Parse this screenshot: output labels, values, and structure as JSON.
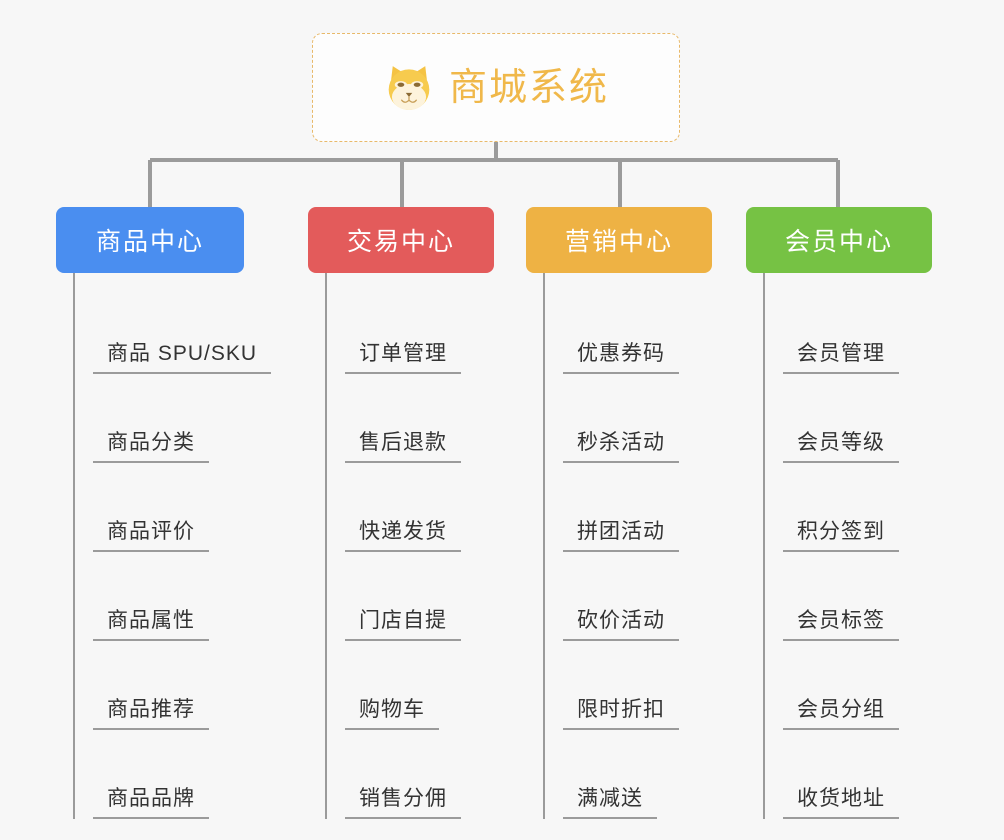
{
  "page": {
    "background_color": "#f7f7f7",
    "diagram_type": "mind-map"
  },
  "root": {
    "title": "商城系统",
    "icon": "shiba-dog-emoji",
    "text_color": "#f0b84a",
    "border_color": "#e8b96a",
    "background_color": "#fdfdfd"
  },
  "connector": {
    "color": "#9b9b9b"
  },
  "branches": [
    {
      "label": "商品中心",
      "color": "#4a8ef0",
      "items": [
        "商品 SPU/SKU",
        "商品分类",
        "商品评价",
        "商品属性",
        "商品推荐",
        "商品品牌"
      ]
    },
    {
      "label": "交易中心",
      "color": "#e35b5b",
      "items": [
        "订单管理",
        "售后退款",
        "快递发货",
        "门店自提",
        "购物车",
        "销售分佣"
      ]
    },
    {
      "label": "营销中心",
      "color": "#eeb244",
      "items": [
        "优惠券码",
        "秒杀活动",
        "拼团活动",
        "砍价活动",
        "限时折扣",
        "满减送"
      ]
    },
    {
      "label": "会员中心",
      "color": "#76c244",
      "items": [
        "会员管理",
        "会员等级",
        "积分签到",
        "会员标签",
        "会员分组",
        "收货地址"
      ]
    }
  ]
}
